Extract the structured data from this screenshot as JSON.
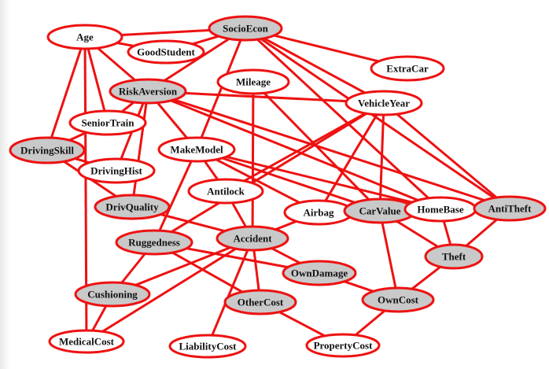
{
  "colors": {
    "edge": "#ee1111",
    "node_stroke": "#ee1111",
    "shaded_fill": "#c9c9c9",
    "plain_fill": "#ffffff",
    "label": "#111111"
  },
  "nodes": [
    {
      "id": "SocioEcon",
      "label": "SocioEcon",
      "shaded": true
    },
    {
      "id": "Age",
      "label": "Age",
      "shaded": false
    },
    {
      "id": "GoodStudent",
      "label": "GoodStudent",
      "shaded": false
    },
    {
      "id": "ExtraCar",
      "label": "ExtraCar",
      "shaded": false
    },
    {
      "id": "Mileage",
      "label": "Mileage",
      "shaded": false
    },
    {
      "id": "RiskAversion",
      "label": "RiskAversion",
      "shaded": true
    },
    {
      "id": "VehicleYear",
      "label": "VehicleYear",
      "shaded": false
    },
    {
      "id": "SeniorTrain",
      "label": "SeniorTrain",
      "shaded": false
    },
    {
      "id": "DrivingSkill",
      "label": "DrivingSkill",
      "shaded": true
    },
    {
      "id": "MakeModel",
      "label": "MakeModel",
      "shaded": false
    },
    {
      "id": "DrivingHist",
      "label": "DrivingHist",
      "shaded": false
    },
    {
      "id": "Antilock",
      "label": "Antilock",
      "shaded": false
    },
    {
      "id": "DrivQuality",
      "label": "DrivQuality",
      "shaded": true
    },
    {
      "id": "Airbag",
      "label": "Airbag",
      "shaded": false
    },
    {
      "id": "CarValue",
      "label": "CarValue",
      "shaded": true
    },
    {
      "id": "HomeBase",
      "label": "HomeBase",
      "shaded": false
    },
    {
      "id": "AntiTheft",
      "label": "AntiTheft",
      "shaded": true
    },
    {
      "id": "Ruggedness",
      "label": "Ruggedness",
      "shaded": true
    },
    {
      "id": "Accident",
      "label": "Accident",
      "shaded": true
    },
    {
      "id": "Theft",
      "label": "Theft",
      "shaded": true
    },
    {
      "id": "OwnDamage",
      "label": "OwnDamage",
      "shaded": true
    },
    {
      "id": "Cushioning",
      "label": "Cushioning",
      "shaded": true
    },
    {
      "id": "OwnCost",
      "label": "OwnCost",
      "shaded": true
    },
    {
      "id": "OtherCost",
      "label": "OtherCost",
      "shaded": true
    },
    {
      "id": "MedicalCost",
      "label": "MedicalCost",
      "shaded": false
    },
    {
      "id": "LiabilityCost",
      "label": "LiabilityCost",
      "shaded": false
    },
    {
      "id": "PropertyCost",
      "label": "PropertyCost",
      "shaded": false
    }
  ],
  "edges": [
    [
      "Age",
      "SocioEcon"
    ],
    [
      "Age",
      "GoodStudent"
    ],
    [
      "Age",
      "RiskAversion"
    ],
    [
      "Age",
      "SeniorTrain"
    ],
    [
      "Age",
      "DrivingSkill"
    ],
    [
      "Age",
      "MedicalCost"
    ],
    [
      "SocioEcon",
      "GoodStudent"
    ],
    [
      "SocioEcon",
      "RiskAversion"
    ],
    [
      "SocioEcon",
      "MakeModel"
    ],
    [
      "SocioEcon",
      "VehicleYear"
    ],
    [
      "SocioEcon",
      "ExtraCar"
    ],
    [
      "SocioEcon",
      "HomeBase"
    ],
    [
      "SocioEcon",
      "AntiTheft"
    ],
    [
      "RiskAversion",
      "SeniorTrain"
    ],
    [
      "RiskAversion",
      "DrivingHist"
    ],
    [
      "RiskAversion",
      "DrivQuality"
    ],
    [
      "RiskAversion",
      "MakeModel"
    ],
    [
      "RiskAversion",
      "VehicleYear"
    ],
    [
      "RiskAversion",
      "HomeBase"
    ],
    [
      "RiskAversion",
      "AntiTheft"
    ],
    [
      "SeniorTrain",
      "DrivingSkill"
    ],
    [
      "DrivingSkill",
      "DrivQuality"
    ],
    [
      "DrivingSkill",
      "DrivingHist"
    ],
    [
      "Mileage",
      "CarValue"
    ],
    [
      "Mileage",
      "Accident"
    ],
    [
      "VehicleYear",
      "Antilock"
    ],
    [
      "VehicleYear",
      "Airbag"
    ],
    [
      "VehicleYear",
      "CarValue"
    ],
    [
      "VehicleYear",
      "Ruggedness"
    ],
    [
      "VehicleYear",
      "AntiTheft"
    ],
    [
      "MakeModel",
      "Antilock"
    ],
    [
      "MakeModel",
      "Airbag"
    ],
    [
      "MakeModel",
      "CarValue"
    ],
    [
      "MakeModel",
      "Ruggedness"
    ],
    [
      "MakeModel",
      "HomeBase"
    ],
    [
      "Antilock",
      "Accident"
    ],
    [
      "DrivQuality",
      "Accident"
    ],
    [
      "Airbag",
      "Cushioning"
    ],
    [
      "Ruggedness",
      "Cushioning"
    ],
    [
      "Ruggedness",
      "OwnDamage"
    ],
    [
      "Ruggedness",
      "OtherCost"
    ],
    [
      "Accident",
      "OwnDamage"
    ],
    [
      "Accident",
      "OtherCost"
    ],
    [
      "Accident",
      "LiabilityCost"
    ],
    [
      "Accident",
      "MedicalCost"
    ],
    [
      "CarValue",
      "OwnCost"
    ],
    [
      "CarValue",
      "Theft"
    ],
    [
      "HomeBase",
      "Theft"
    ],
    [
      "AntiTheft",
      "Theft"
    ],
    [
      "Theft",
      "OwnCost"
    ],
    [
      "OwnDamage",
      "OwnCost"
    ],
    [
      "Cushioning",
      "MedicalCost"
    ],
    [
      "OtherCost",
      "PropertyCost"
    ],
    [
      "OwnCost",
      "PropertyCost"
    ]
  ]
}
